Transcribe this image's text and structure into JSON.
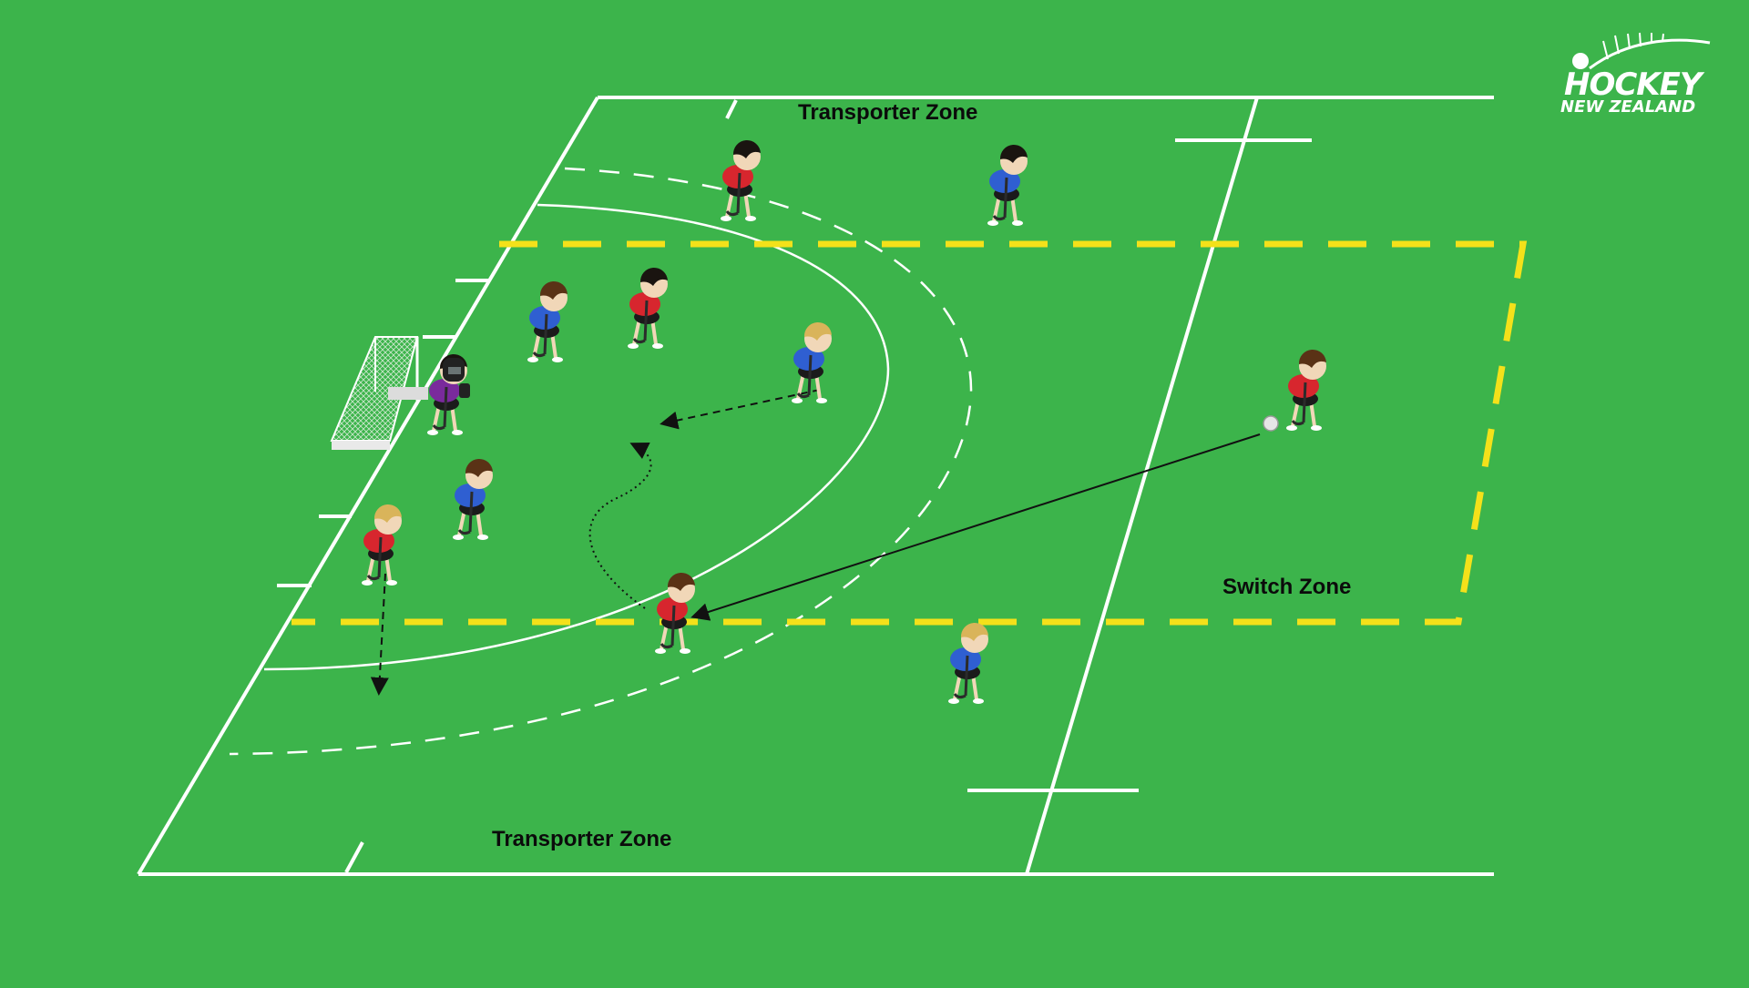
{
  "diagram": {
    "labels": {
      "transporter_top": "Transporter Zone",
      "transporter_bottom": "Transporter Zone",
      "switch_zone": "Switch Zone"
    },
    "logo": {
      "line1": "HOCKEY",
      "line2": "NEW ZEALAND"
    },
    "colors": {
      "pitch": "#3cb44b",
      "lines": "#ffffff",
      "zone_boundary": "#f4e11a",
      "team_red": "#d7262e",
      "team_blue": "#2f5fd1",
      "goalkeeper": "#7a2a9c"
    },
    "players": [
      {
        "id": "red-top",
        "team": "red",
        "hair": "black"
      },
      {
        "id": "blue-top-right",
        "team": "blue",
        "hair": "black"
      },
      {
        "id": "blue-circle-left",
        "team": "blue",
        "hair": "brown"
      },
      {
        "id": "red-circle-top",
        "team": "red",
        "hair": "black"
      },
      {
        "id": "blue-circle-right",
        "team": "blue",
        "hair": "blonde"
      },
      {
        "id": "blue-near-goal",
        "team": "blue",
        "hair": "brown"
      },
      {
        "id": "red-left",
        "team": "red",
        "hair": "blonde"
      },
      {
        "id": "red-circle-edge",
        "team": "red",
        "hair": "brown"
      },
      {
        "id": "blue-bottom",
        "team": "blue",
        "hair": "blonde"
      },
      {
        "id": "red-with-ball",
        "team": "red",
        "hair": "brown"
      },
      {
        "id": "goalkeeper",
        "team": "goalkeeper",
        "hair": "black"
      }
    ],
    "movements": [
      {
        "id": "pass-to-circle-edge",
        "style": "solid"
      },
      {
        "id": "blue-run",
        "style": "dashed"
      },
      {
        "id": "red-dribble-curve",
        "style": "dotted"
      },
      {
        "id": "red-run-down",
        "style": "dashed"
      }
    ]
  }
}
